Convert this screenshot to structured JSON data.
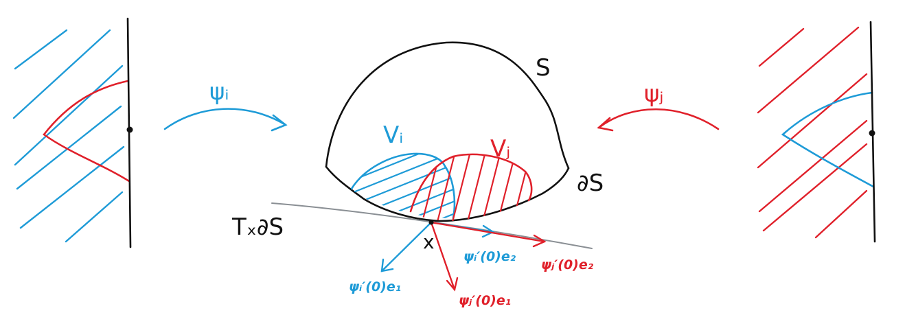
{
  "colors": {
    "ink": "#111111",
    "blue": "#1e9bd7",
    "red": "#e0202a",
    "tangent": "#8a8f94"
  },
  "labels": {
    "psi_i": "ψᵢ",
    "psi_j": "ψⱼ",
    "S": "S",
    "boundary": "∂S",
    "tangent": "Tₓ∂S",
    "x": "x",
    "V_i": "Vᵢ",
    "V_j": "Vⱼ",
    "psi_i_e1": "ψᵢ′(0)e₁",
    "psi_i_e2": "ψᵢ′(0)e₂",
    "psi_j_e1": "ψⱼ′(0)e₁",
    "psi_j_e2": "ψⱼ′(0)e₂"
  }
}
